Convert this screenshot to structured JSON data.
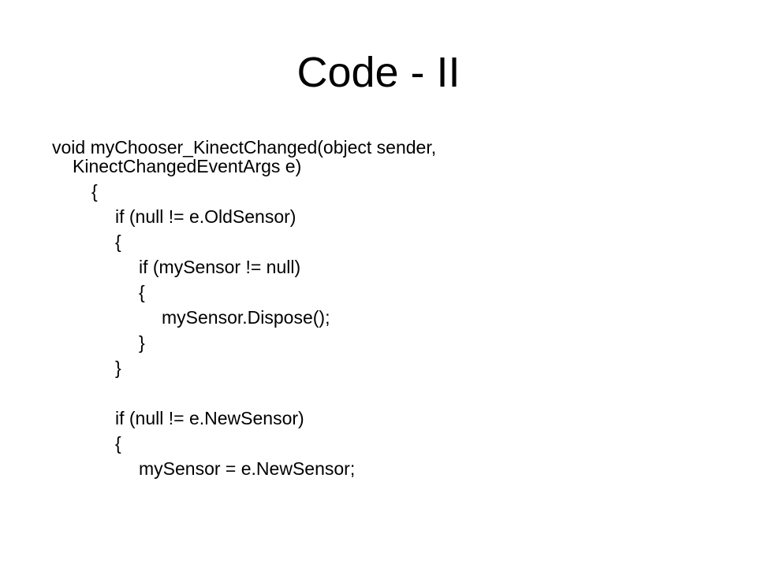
{
  "slide": {
    "title": "Code - II",
    "code_lines": [
      "void myChooser_KinectChanged(object sender,",
      "KinectChangedEventArgs e)",
      "{",
      "if (null != e.OldSensor)",
      "{",
      "if (mySensor != null)",
      "{",
      "mySensor.Dispose();",
      "}",
      "}",
      "if (null != e.NewSensor)",
      "{",
      "mySensor = e.NewSensor;"
    ]
  }
}
